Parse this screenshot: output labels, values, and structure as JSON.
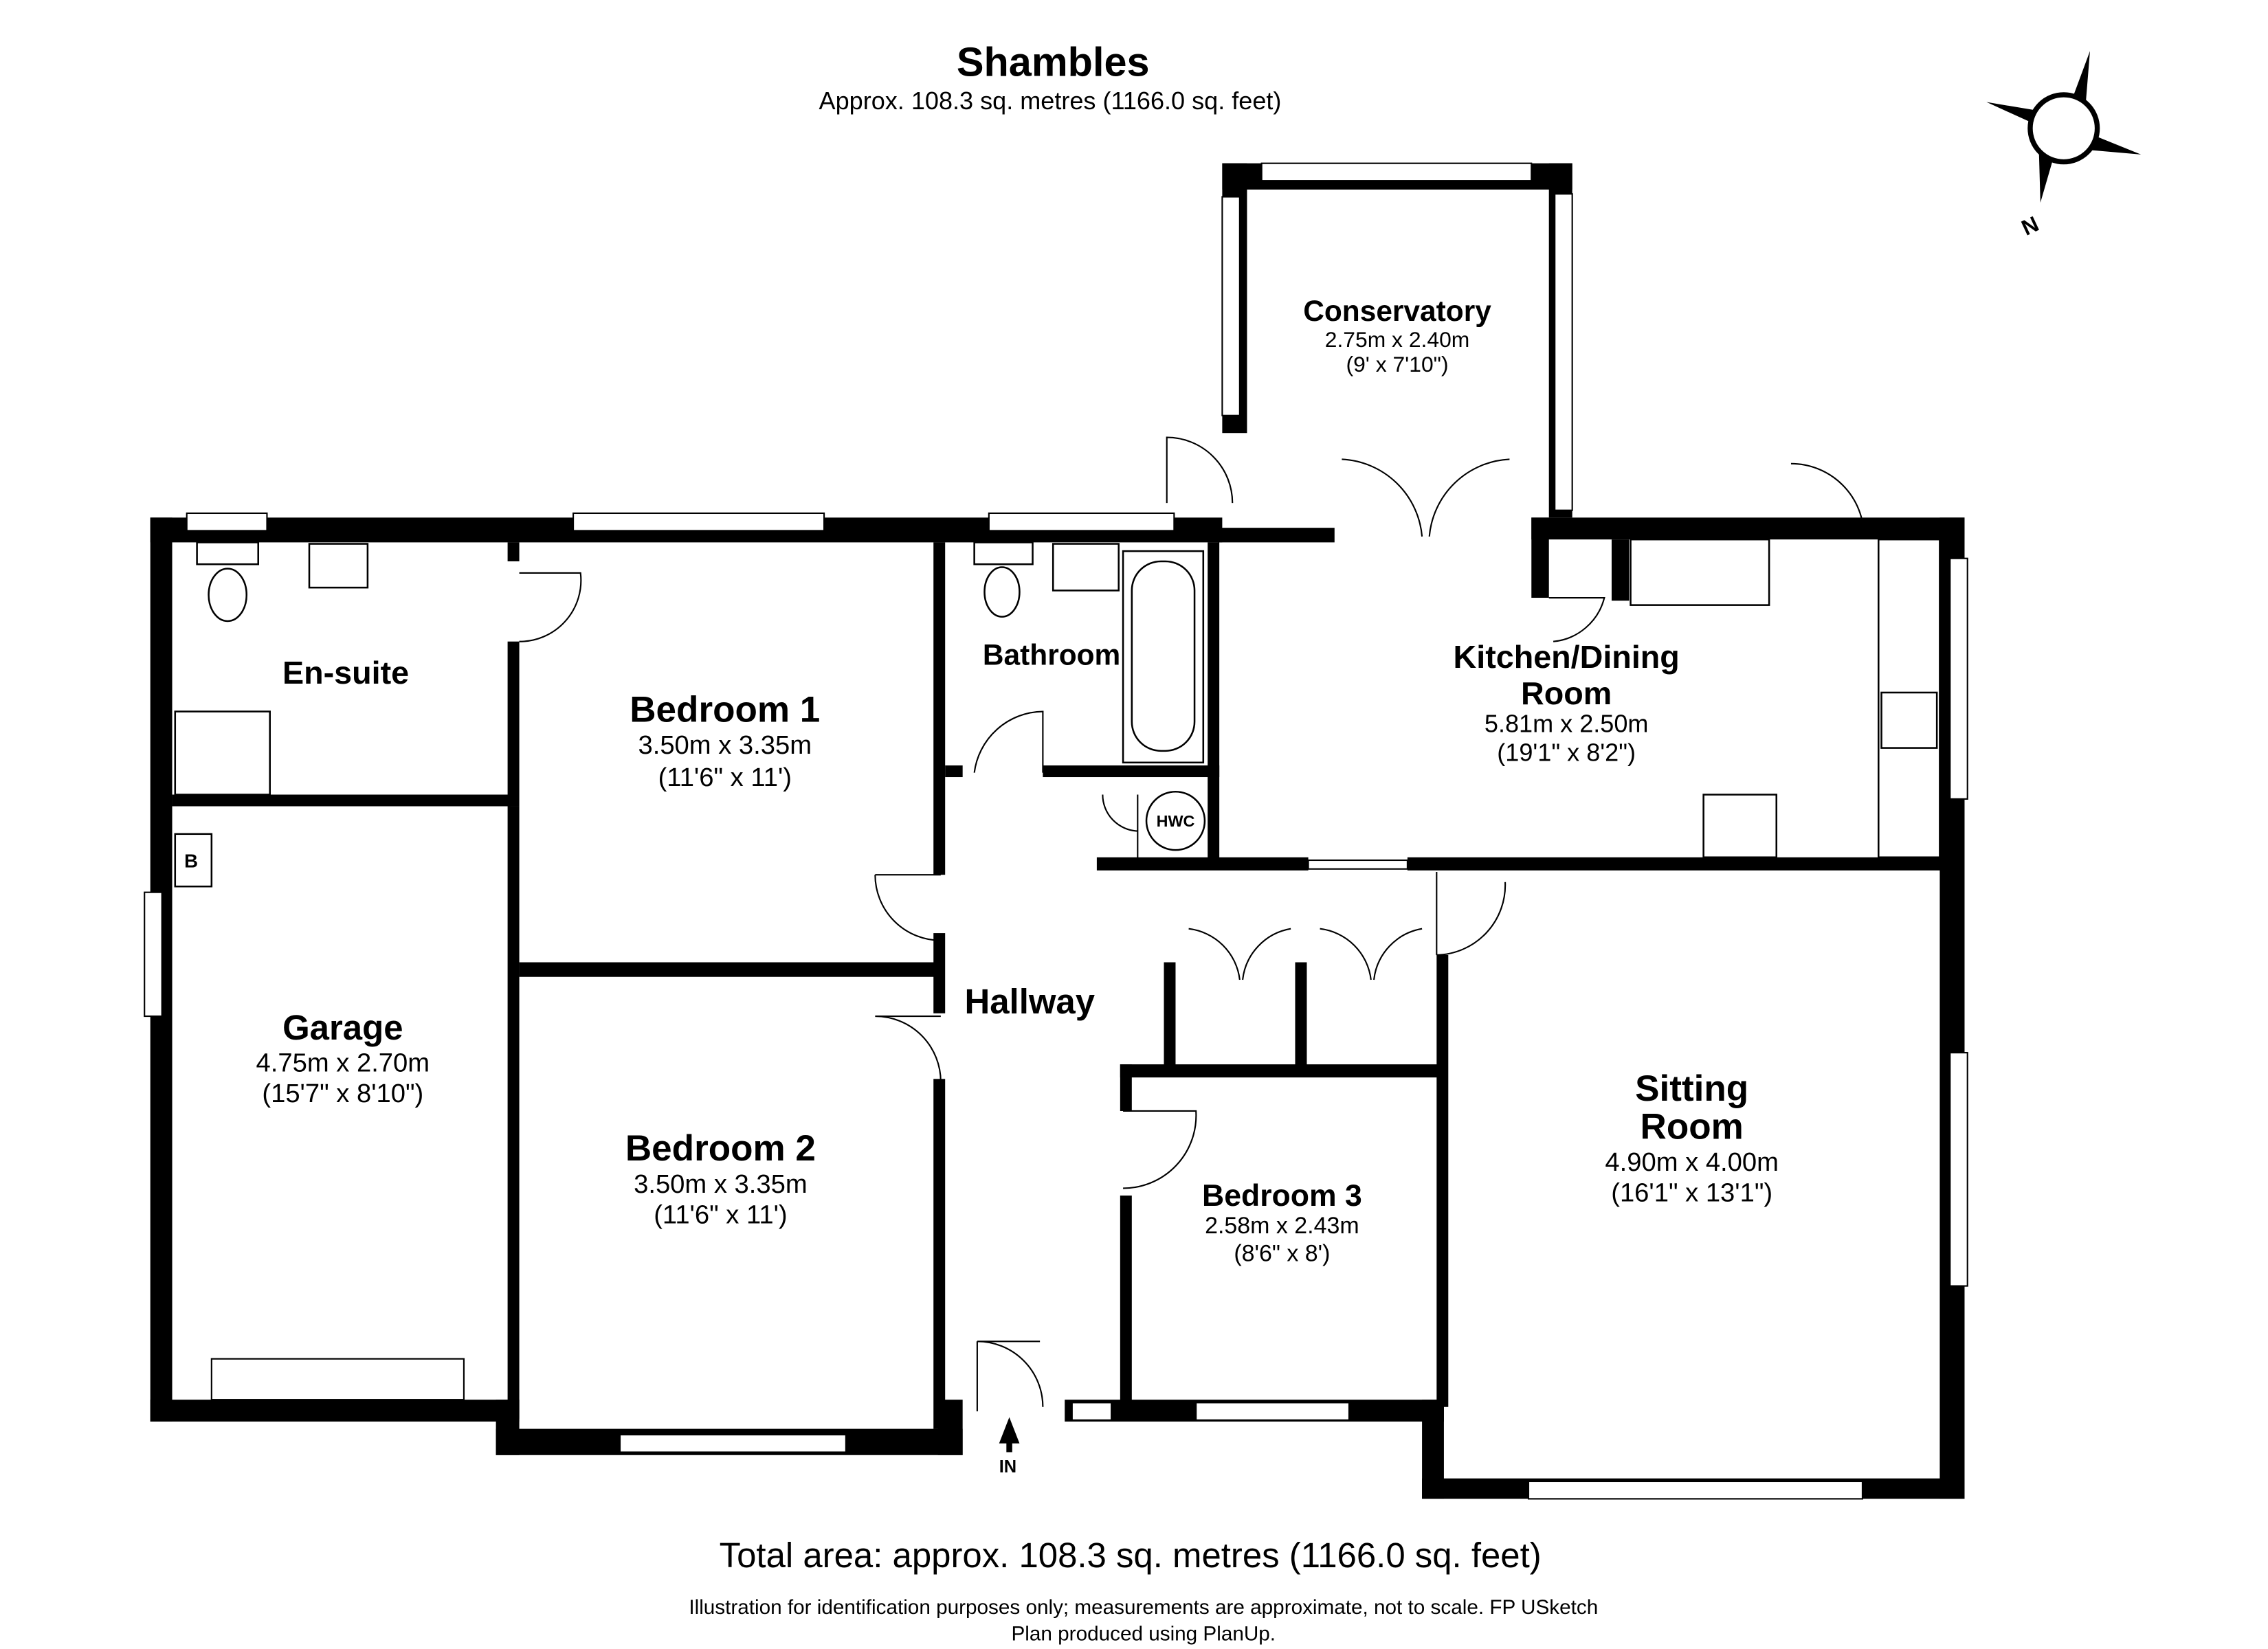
{
  "header": {
    "title": "Shambles",
    "subtitle": "Approx. 108.3 sq. metres (1166.0 sq. feet)"
  },
  "compass": {
    "label": "N",
    "icon": "compass-rose-icon"
  },
  "rooms": {
    "conservatory": {
      "name": "Conservatory",
      "metric": "2.75m x 2.40m",
      "imperial": "(9' x 7'10\")"
    },
    "ensuite": {
      "name": "En-suite"
    },
    "bedroom1": {
      "name": "Bedroom 1",
      "metric": "3.50m x 3.35m",
      "imperial": "(11'6\" x 11')"
    },
    "bathroom": {
      "name": "Bathroom"
    },
    "kitchen": {
      "name_line1": "Kitchen/Dining",
      "name_line2": "Room",
      "metric": "5.81m x 2.50m",
      "imperial": "(19'1\" x 8'2\")"
    },
    "garage": {
      "name": "Garage",
      "metric": "4.75m x 2.70m",
      "imperial": "(15'7\" x 8'10\")"
    },
    "hallway": {
      "name": "Hallway"
    },
    "sitting": {
      "name_line1": "Sitting",
      "name_line2": "Room",
      "metric": "4.90m x 4.00m",
      "imperial": "(16'1\" x 13'1\")"
    },
    "bedroom2": {
      "name": "Bedroom 2",
      "metric": "3.50m x 3.35m",
      "imperial": "(11'6\" x 11')"
    },
    "bedroom3": {
      "name": "Bedroom 3",
      "metric": "2.58m x 2.43m",
      "imperial": "(8'6\" x 8')"
    }
  },
  "fixtures": {
    "hwc": "HWC",
    "boiler": "B",
    "entrance": "IN"
  },
  "footer": {
    "total": "Total area: approx. 108.3 sq. metres (1166.0 sq. feet)",
    "disclaimer": "Illustration for identification purposes only; measurements are approximate, not to scale. FP USketch",
    "credit": "Plan produced using PlanUp."
  }
}
